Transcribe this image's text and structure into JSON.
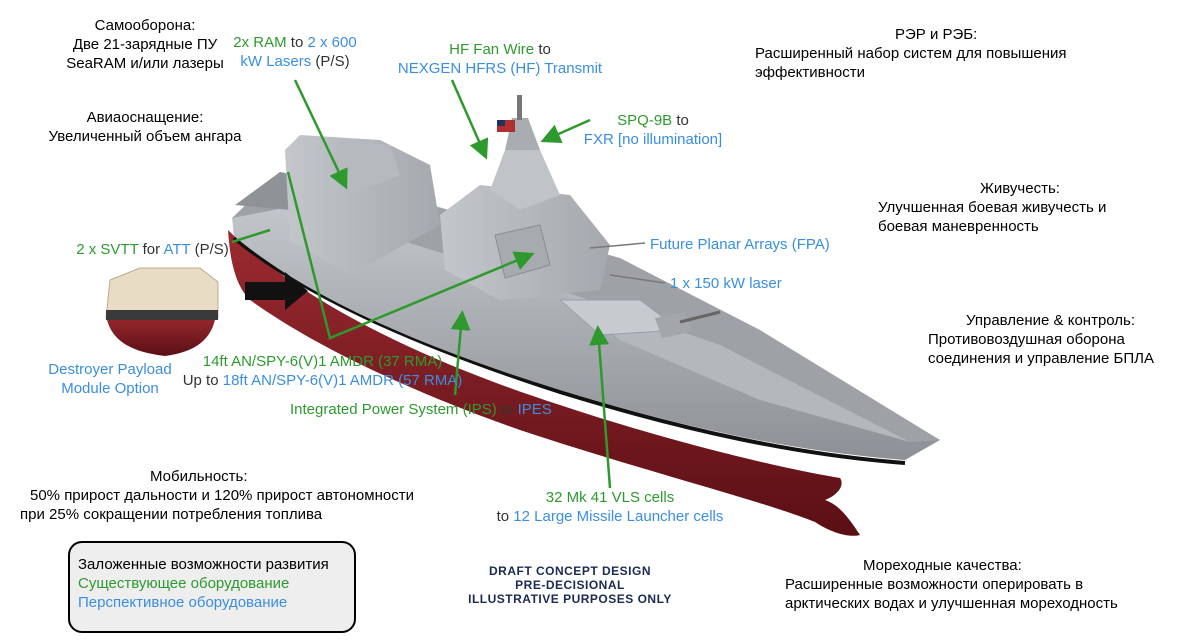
{
  "blocks": {
    "self_defense": {
      "title": "Самооборона:",
      "lines": [
        "Две 21-зарядные ПУ",
        "SeaRAM и/или лазеры"
      ]
    },
    "aviation": {
      "title": "Авиаоснащение:",
      "lines": [
        "Увеличенный объем ангара"
      ]
    },
    "ew": {
      "title": "РЭР и РЭБ:",
      "lines": [
        "Расширенный набор систем для повышения",
        "эффективности"
      ]
    },
    "survivability": {
      "title": "Живучесть:",
      "lines": [
        "Улучшенная боевая живучесть и",
        "боевая маневренность"
      ]
    },
    "command": {
      "title": "Управление & контроль:",
      "lines": [
        "Противовоздушная оборона",
        "соединения и управление БПЛА"
      ]
    },
    "mobility": {
      "title": "Мобильность:",
      "lines": [
        "50% прирост дальности и 120% прирост автономности",
        "при 25% сокращении потребления топлива"
      ]
    },
    "seakeeping": {
      "title": "Мореходные качества:",
      "lines": [
        "Расширенные возможности оперировать в",
        "арктических водах и улучшенная мореходность"
      ]
    }
  },
  "labels": {
    "ram_a": "2x RAM",
    "ram_to": " to ",
    "ram_b": "2 x 600",
    "ram_c": "kW Lasers",
    "ram_d": " (P/S)",
    "hf_a": "HF Fan Wire",
    "hf_to": " to",
    "hf_b": "NEXGEN HFRS (HF) Transmit",
    "spq_a": "SPQ-9B",
    "spq_to": " to",
    "spq_b": "FXR [no illumination]",
    "svtt_a": "2 x SVTT",
    "svtt_for": " for ",
    "svtt_b": "ATT",
    "svtt_c": " (P/S)",
    "fpa": "Future Planar Arrays (FPA)",
    "laser": "1 x 150 kW laser",
    "payload_1": "Destroyer Payload",
    "payload_2": "Module Option",
    "amdr_1": "14ft AN/SPY-6(V)1 AMDR (37 RMA)",
    "amdr_up": "Up to ",
    "amdr_2": "18ft AN/SPY-6(V)1 AMDR (57 RMA)",
    "ips_a": "Integrated Power System (IPS)",
    "ips_to": " to ",
    "ips_b": "IPES",
    "vls_a": "32 Mk 41 VLS cells",
    "vls_to": "to ",
    "vls_b": "12 Large Missile Launcher cells"
  },
  "legend": {
    "line1": "Заложенные возможности развития",
    "line2": "Существующее оборудование",
    "line3": "Перспективное оборудование"
  },
  "draft": {
    "line1": "DRAFT CONCEPT DESIGN",
    "line2": "PRE-DECISIONAL",
    "line3": "ILLUSTRATIVE PURPOSES ONLY"
  },
  "colors": {
    "existing": "#2e9a2e",
    "future": "#3a8ee0",
    "hull_red": "#8a1e26",
    "hull_grey": "#b9bcc0"
  }
}
